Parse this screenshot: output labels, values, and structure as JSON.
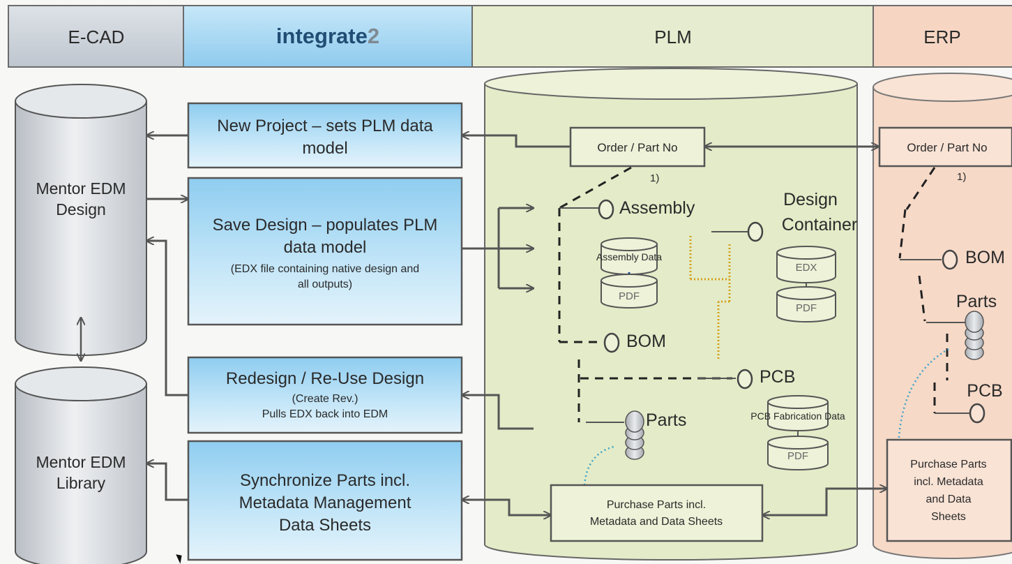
{
  "header": {
    "ecad": "E-CAD",
    "integrate_main": "integrate",
    "integrate_suffix": "2",
    "plm": "PLM",
    "erp": "ERP"
  },
  "ecad": {
    "design_db": [
      "Mentor EDM",
      "Design"
    ],
    "library_db": [
      "Mentor EDM",
      "Library"
    ]
  },
  "integrate": {
    "new_project": [
      "New Project – sets PLM data",
      "model"
    ],
    "save_design": {
      "title": [
        "Save Design – populates PLM",
        "data model"
      ],
      "sub": [
        "(EDX file containing native design and",
        "all outputs)"
      ]
    },
    "redesign": {
      "title": "Redesign / Re-Use Design",
      "sub": [
        "(Create Rev.)",
        "Pulls EDX back into EDM"
      ]
    },
    "sync": [
      "Synchronize Parts incl.",
      "Metadata Management",
      "Data Sheets"
    ]
  },
  "plm": {
    "order_part_no": "Order / Part No",
    "note": "1)",
    "assembly": "Assembly",
    "assembly_data": "Assembly Data",
    "pdf": "PDF",
    "design_container": [
      "Design",
      "Container"
    ],
    "edx": "EDX",
    "bom": "BOM",
    "pcb": "PCB",
    "pcb_fab_data": "PCB Fabrication Data",
    "parts": "Parts",
    "purchase_parts": [
      "Purchase Parts incl.",
      "Metadata and Data Sheets"
    ]
  },
  "erp": {
    "order_part_no": "Order / Part No",
    "note": "1)",
    "bom": "BOM",
    "parts": "Parts",
    "pcb": "PCB",
    "purchase_parts": [
      "Purchase Parts",
      "incl. Metadata",
      "and Data",
      "Sheets"
    ]
  },
  "colors": {
    "ecad_header": "#c9d0d8",
    "integrate_header": "#9fd3ef",
    "plm_header": "#e6eccf",
    "erp_header": "#f6d6c3",
    "box_blue": "#aed9f2",
    "plm_cylinder": "#e3ebc8",
    "erp_cylinder": "#f6d9c7",
    "gray_cylinder": "#d1d5da",
    "integrate_text": "#214d74"
  }
}
